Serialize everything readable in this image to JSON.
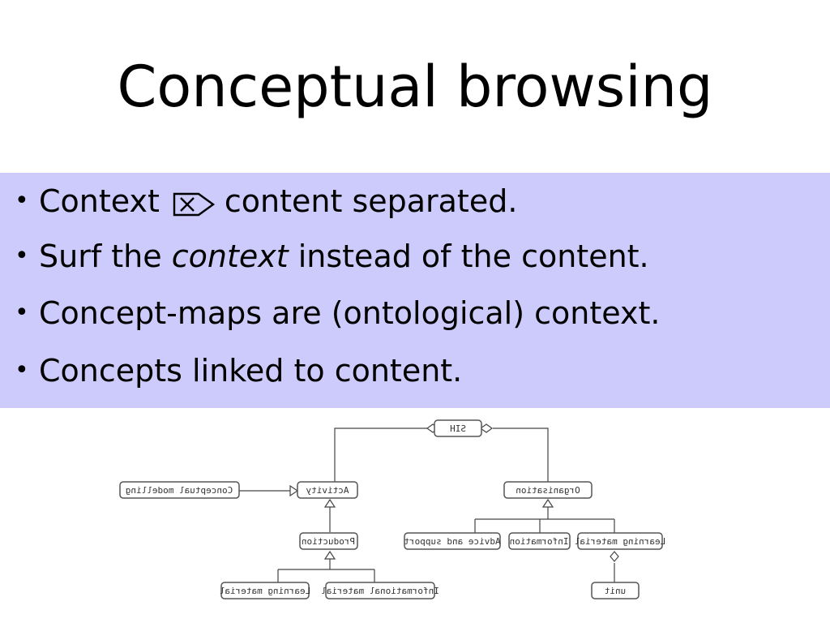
{
  "slide": {
    "title": "Conceptual browsing",
    "bullets": [
      {
        "before": "Context",
        "symbol": "context-content-symbol-icon",
        "after": "content separated."
      },
      {
        "before": "Surf the ",
        "emph": "context",
        "after": " instead of the content."
      },
      {
        "text": "Concept-maps are (ontological) context."
      },
      {
        "text": "Concepts linked to content."
      }
    ],
    "bullet_char": "•",
    "panel_color": "#cccbfb"
  },
  "diagram": {
    "nodes": {
      "root": "SIH",
      "activity": "Activity",
      "organisation": "Organisation",
      "conceptual_modelling": "Conceptual modelling",
      "production": "Production",
      "advice_support": "Advice and support",
      "information": "Information",
      "learning_material_right": "Learning material",
      "learning_material_left": "Learning material",
      "informational_material": "Informational material",
      "unit": "unit"
    }
  }
}
